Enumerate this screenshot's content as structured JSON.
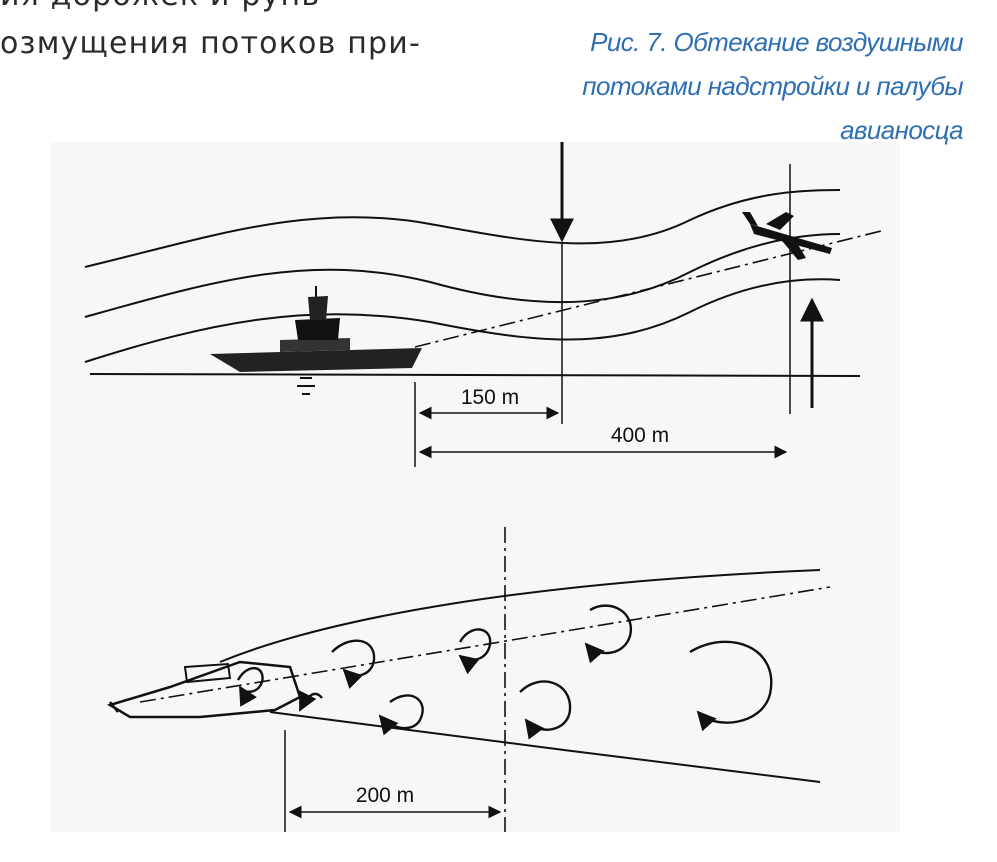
{
  "body_text": {
    "line1": "ия дорожек и рунь",
    "line2": "озмущения потоков при-"
  },
  "caption": {
    "line1": "Рис. 7. Обтекание воздушными",
    "line2": "потоками надстройки и палубы",
    "line3": "авианосца"
  },
  "figure": {
    "top_view": {
      "dim_150": "150 m",
      "dim_400": "400 m"
    },
    "plan_view": {
      "dim_200": "200 m"
    }
  },
  "colors": {
    "caption": "#2f6fb3",
    "body_text": "#2b2b2b",
    "ink": "#111111"
  }
}
